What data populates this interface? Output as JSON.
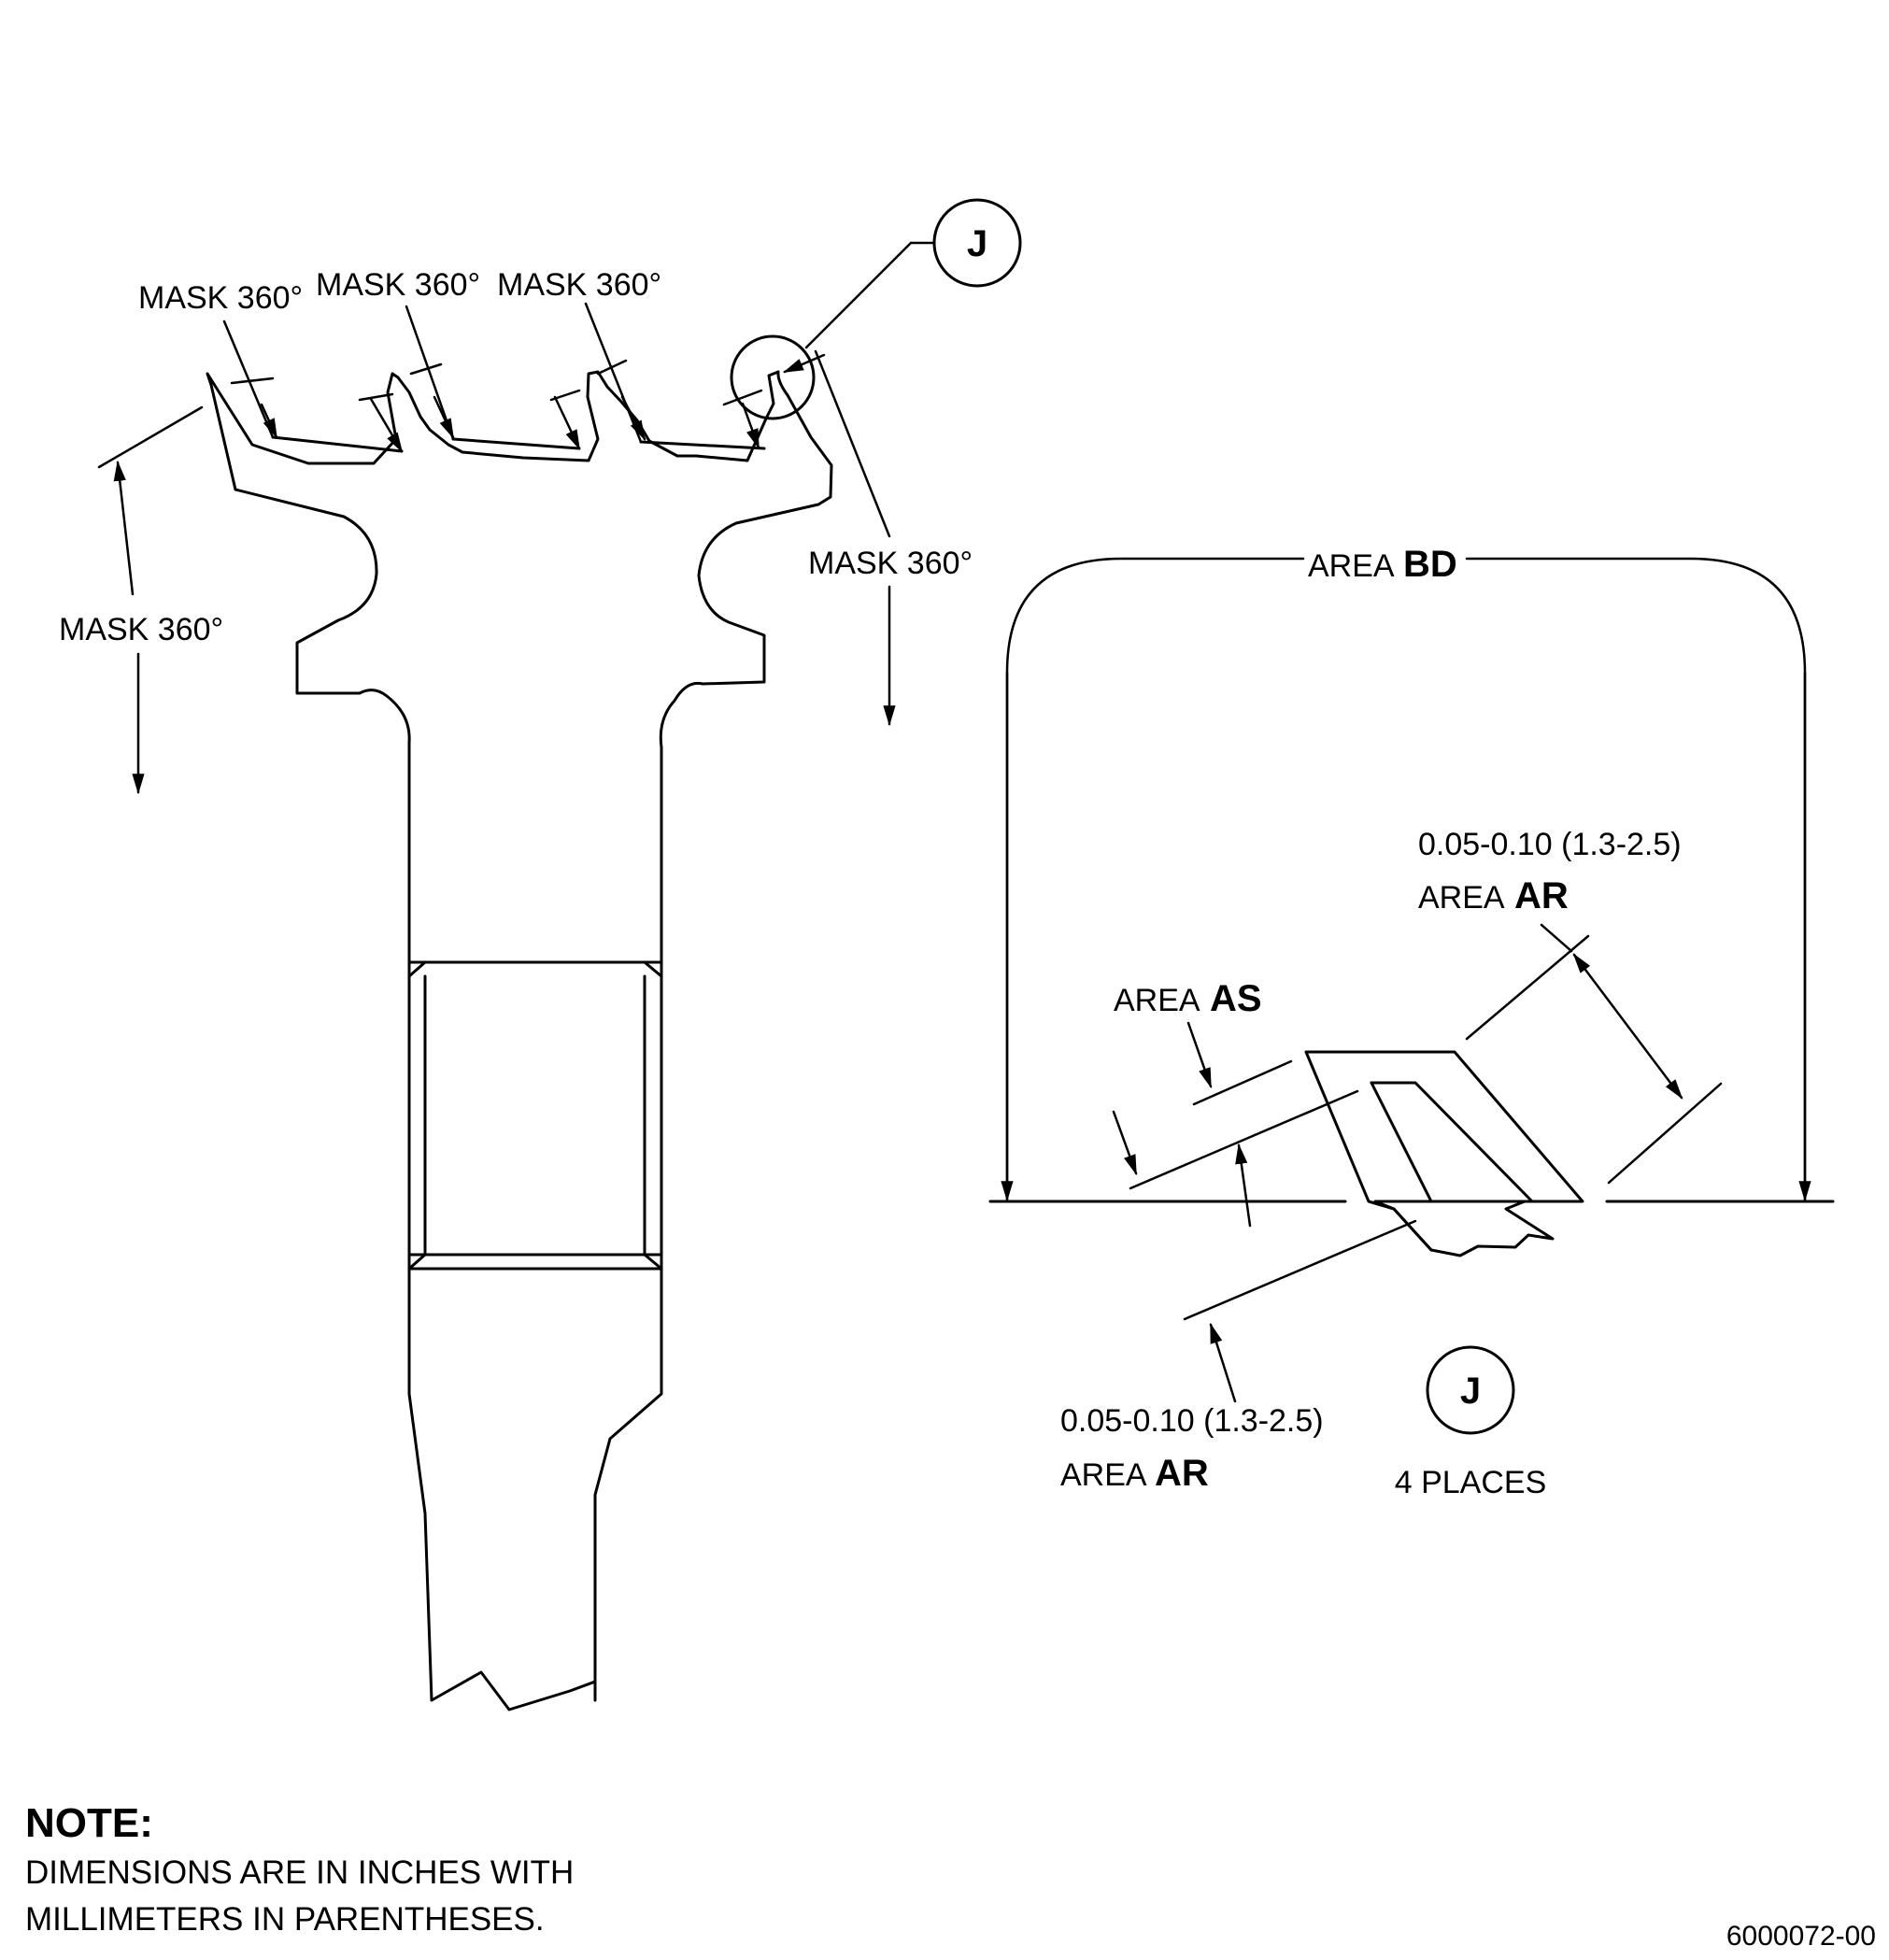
{
  "labels": {
    "mask_1": "MASK 360°",
    "mask_2": "MASK 360°",
    "mask_3": "MASK 360°",
    "mask_4": "MASK 360°",
    "mask_5": "MASK 360°",
    "detail_ref": "J",
    "area_word": "AREA",
    "area_bd": "BD",
    "area_as": "AS",
    "area_ar": "AR",
    "dim_upper": "0.05-0.10 (1.3-2.5)",
    "dim_lower": "0.05-0.10 (1.3-2.5)",
    "detail_title": "J",
    "places": "4 PLACES"
  },
  "note": {
    "title": "NOTE:",
    "line1": "DIMENSIONS ARE IN INCHES WITH",
    "line2": "MILLIMETERS IN PARENTHESES."
  },
  "figure_number": "6000072-00"
}
